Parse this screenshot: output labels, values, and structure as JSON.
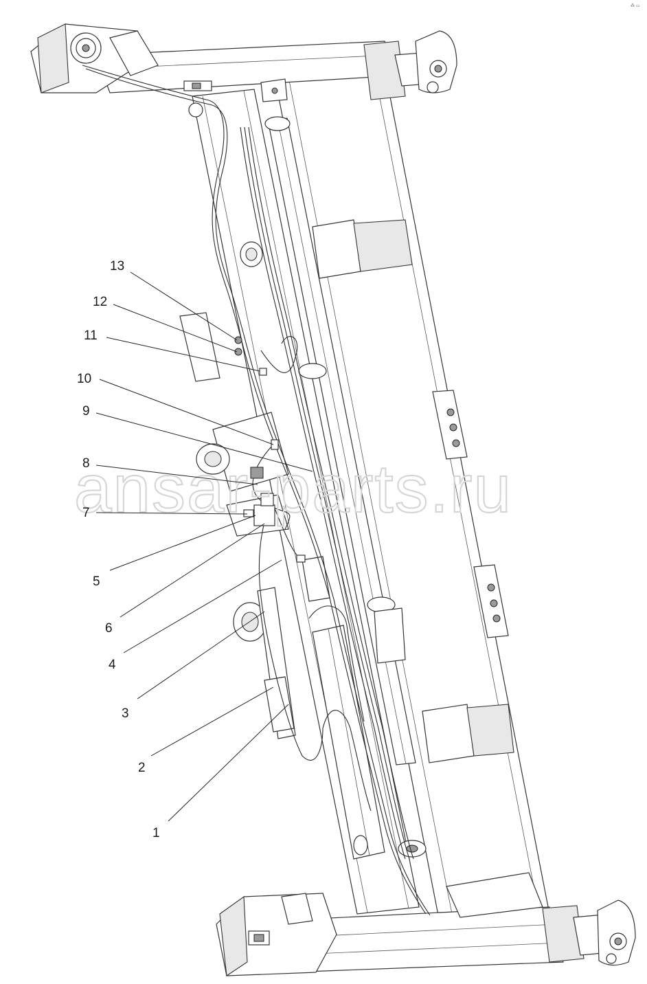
{
  "diagram": {
    "callouts": [
      {
        "id": "13",
        "label": "13"
      },
      {
        "id": "12",
        "label": "12"
      },
      {
        "id": "11",
        "label": "11"
      },
      {
        "id": "10",
        "label": "10"
      },
      {
        "id": "9",
        "label": "9"
      },
      {
        "id": "8",
        "label": "8"
      },
      {
        "id": "7",
        "label": "7"
      },
      {
        "id": "5",
        "label": "5"
      },
      {
        "id": "6",
        "label": "6"
      },
      {
        "id": "4",
        "label": "4"
      },
      {
        "id": "3",
        "label": "3"
      },
      {
        "id": "2",
        "label": "2"
      },
      {
        "id": "1",
        "label": "1"
      }
    ],
    "watermark": "ansar-parts.ru",
    "corner_mark": "⁂ ▭"
  }
}
